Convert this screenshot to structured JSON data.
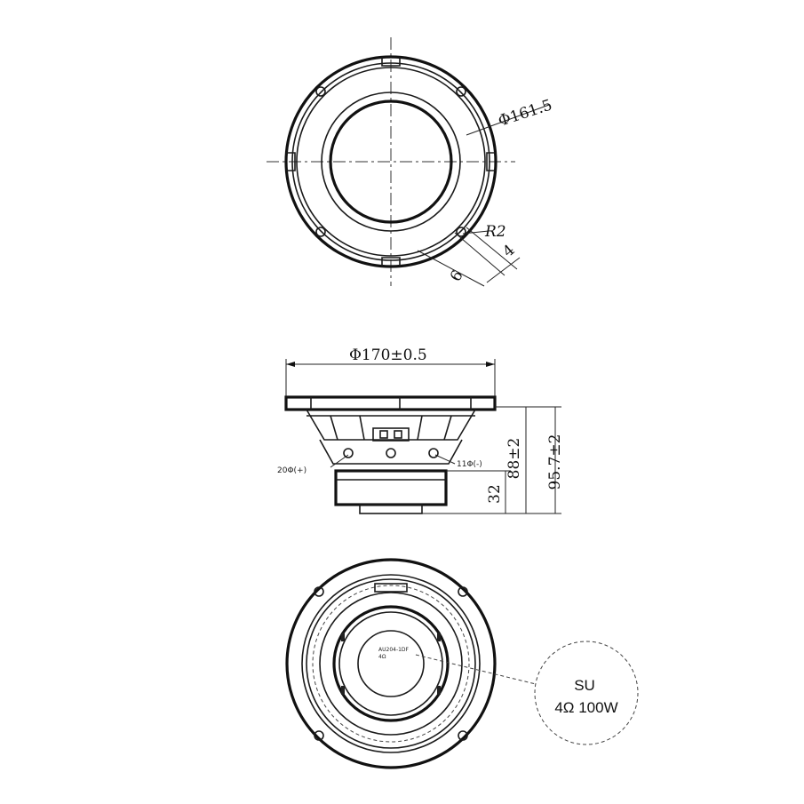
{
  "top_view": {
    "diameter_label": "Φ161.5",
    "radius_label": "R2",
    "dim_4": "4",
    "dim_6": "6"
  },
  "side_view": {
    "width_label": "Φ170±0.5",
    "height_total": "95.7±2",
    "height_mount": "88±2",
    "height_magnet": "32",
    "terminal_pos": "20Φ(+)",
    "terminal_neg": "11Φ(-)"
  },
  "bottom_view": {
    "cap_text_line1": "AU204-1DF",
    "cap_text_line2": "4Ω",
    "callout_line1": "SU",
    "callout_line2": "4Ω 100W"
  }
}
